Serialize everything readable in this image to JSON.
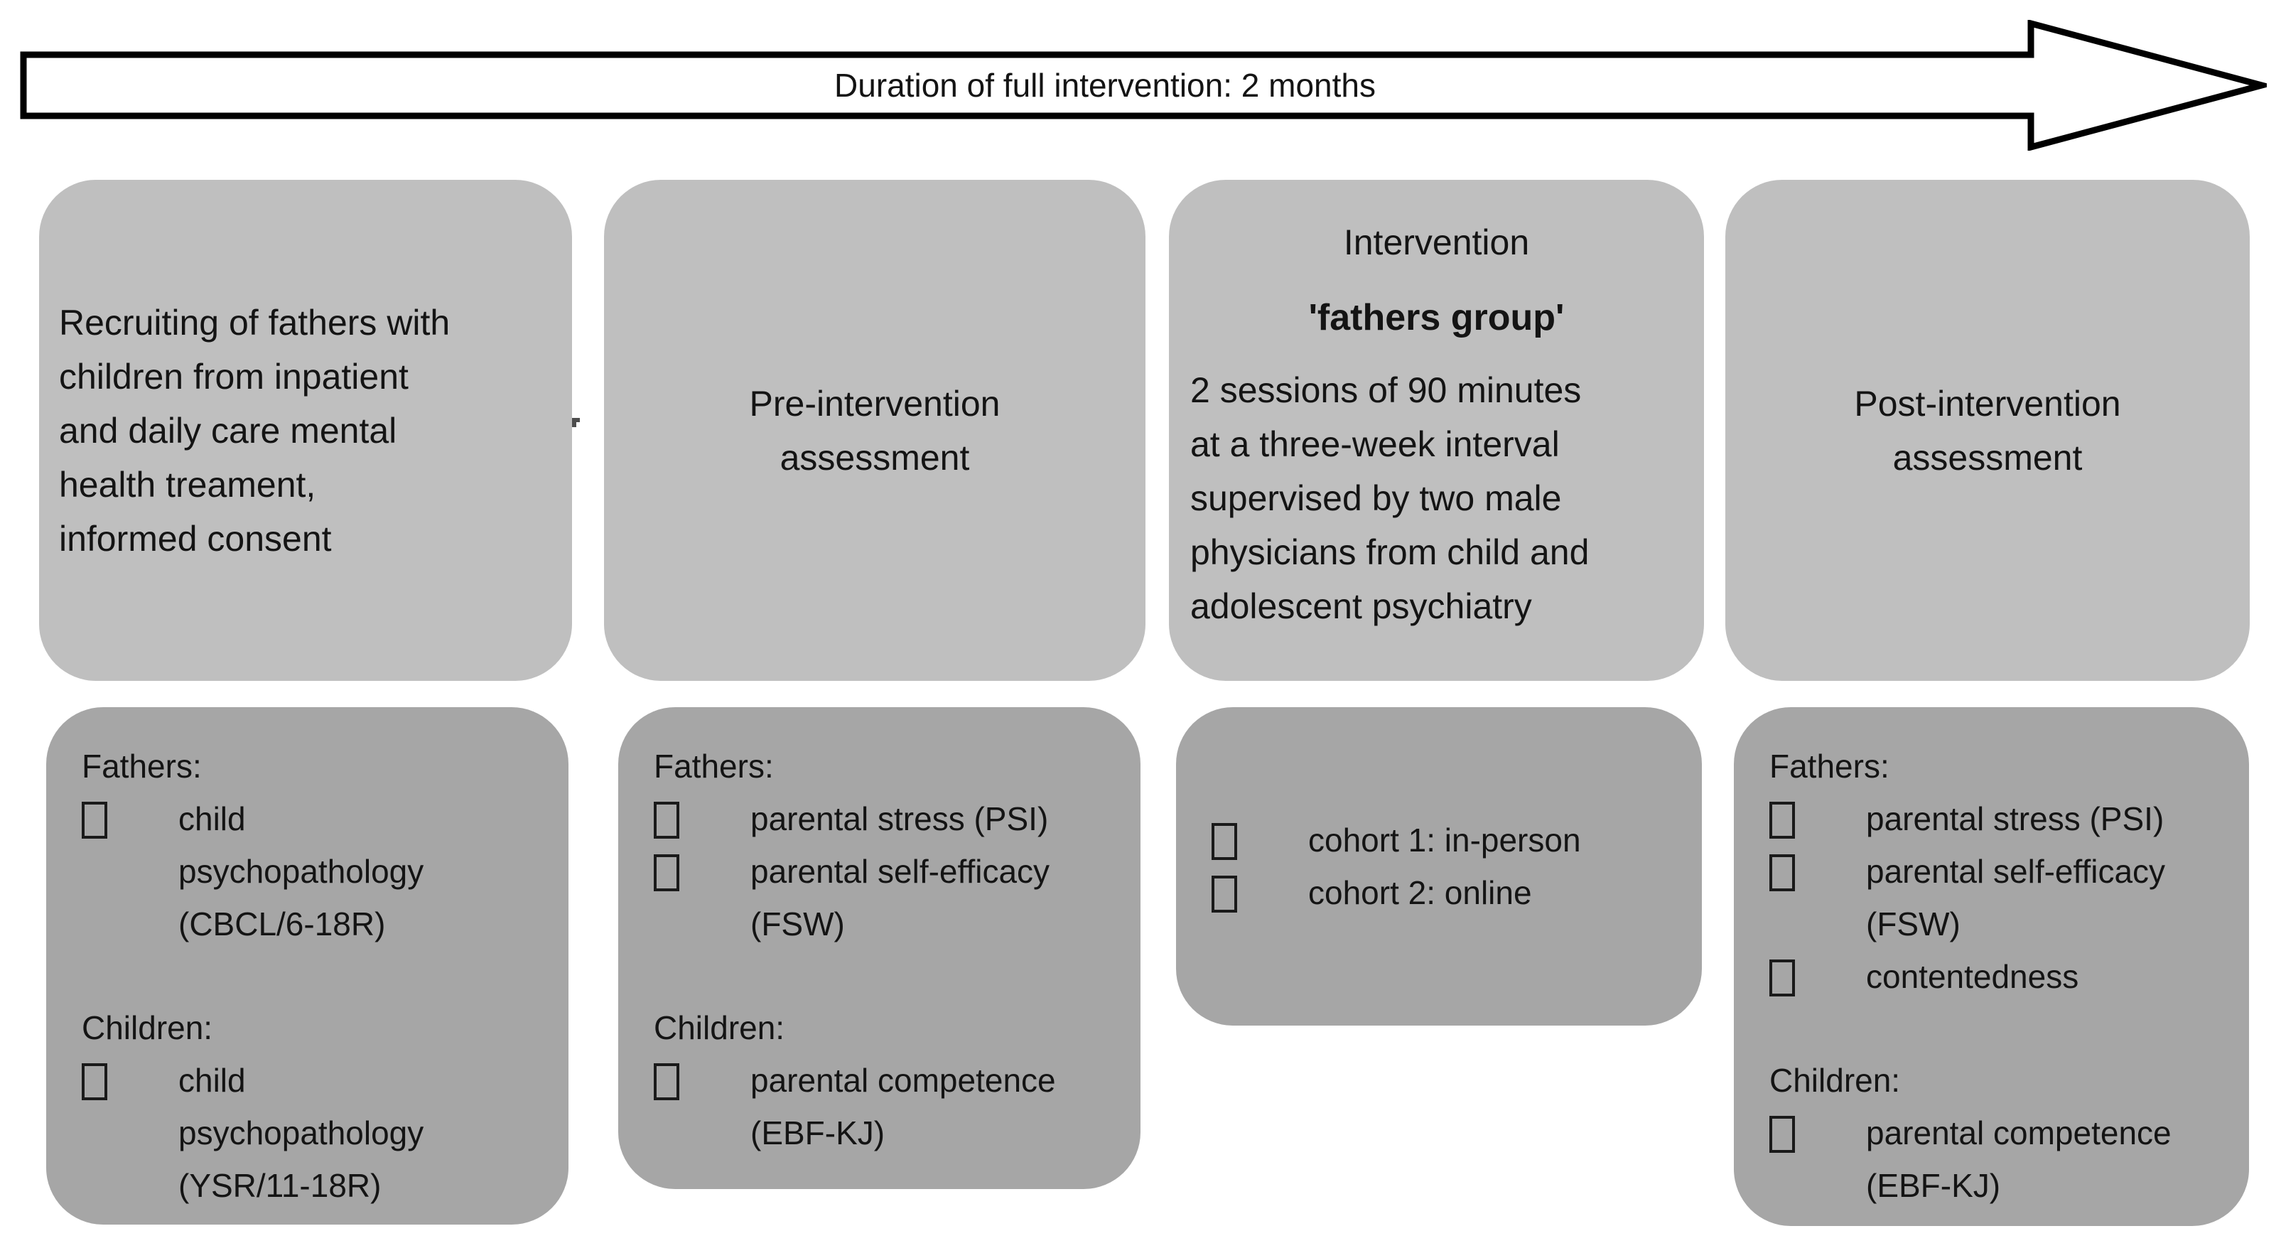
{
  "timeline_arrow": {
    "label": "Duration of full intervention: 2 months"
  },
  "columns": [
    {
      "stage": {
        "body": "Recruiting of fathers with\nchildren from inpatient\nand daily care mental\nhealth treament,\ninformed consent"
      },
      "details": {
        "groups": [
          {
            "label": "Fathers:",
            "items": [
              "child\npsychopathology\n(CBCL/6-18R)"
            ]
          },
          {
            "label": "Children:",
            "items": [
              "child\npsychopathology\n(YSR/11-18R)"
            ]
          }
        ]
      }
    },
    {
      "stage": {
        "body": "Pre-intervention\nassessment"
      },
      "details": {
        "groups": [
          {
            "label": "Fathers:",
            "items": [
              "parental stress (PSI)",
              "parental self-efficacy\n(FSW)"
            ]
          },
          {
            "label": "Children:",
            "items": [
              "parental competence\n(EBF-KJ)"
            ]
          }
        ]
      }
    },
    {
      "stage": {
        "heading": "Intervention",
        "subheading": "'fathers group'",
        "body": "2 sessions of 90 minutes\nat a three-week interval\nsupervised by two male\nphysicians from child and\nadolescent psychiatry"
      },
      "details": {
        "groups": [
          {
            "items": [
              "cohort 1: in-person",
              "cohort 2: online"
            ]
          }
        ]
      }
    },
    {
      "stage": {
        "body": "Post-intervention\nassessment"
      },
      "details": {
        "groups": [
          {
            "label": "Fathers:",
            "items": [
              "parental stress (PSI)",
              "parental self-efficacy\n(FSW)",
              "contentedness"
            ]
          },
          {
            "label": "Children:",
            "items": [
              "parental competence\n(EBF-KJ)"
            ]
          }
        ]
      }
    }
  ],
  "colors": {
    "stage_box": "#bfbfbf",
    "detail_box": "#a6a6a6",
    "arrow_fill": "#ffffff",
    "arrow_outline": "#000000",
    "text": "#141414",
    "connector_mark": "#4d4d4d"
  },
  "icons": {
    "bullet": "checkbox-bullet-icon",
    "connector": "connector-mark-icon"
  }
}
